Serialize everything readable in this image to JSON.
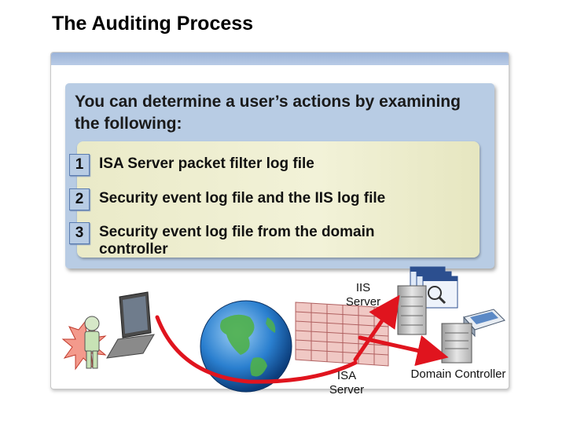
{
  "title": "The Auditing Process",
  "intro": "You can determine a user’s actions by examining the following:",
  "items": [
    {
      "number": "1",
      "text": "ISA Server packet filter log file"
    },
    {
      "number": "2",
      "text": "Security event log file and the IIS log file"
    },
    {
      "number": "3",
      "text": "Security event log file from the domain controller"
    }
  ],
  "labels": {
    "iis_server": "IIS Server",
    "isa_server": "ISA Server",
    "domain_controller": "Domain Controller"
  },
  "icons": [
    "user-icon",
    "laptop-icon",
    "globe-icon",
    "firewall-icon",
    "iis-server-icon",
    "log-windows-icon",
    "domain-controller-icon",
    "scanner-icon",
    "arrow-icon"
  ],
  "colors": {
    "panel_blue": "#b8cce4",
    "panel_yellow": "#eeeed0",
    "arrow_red": "#e0141e"
  }
}
